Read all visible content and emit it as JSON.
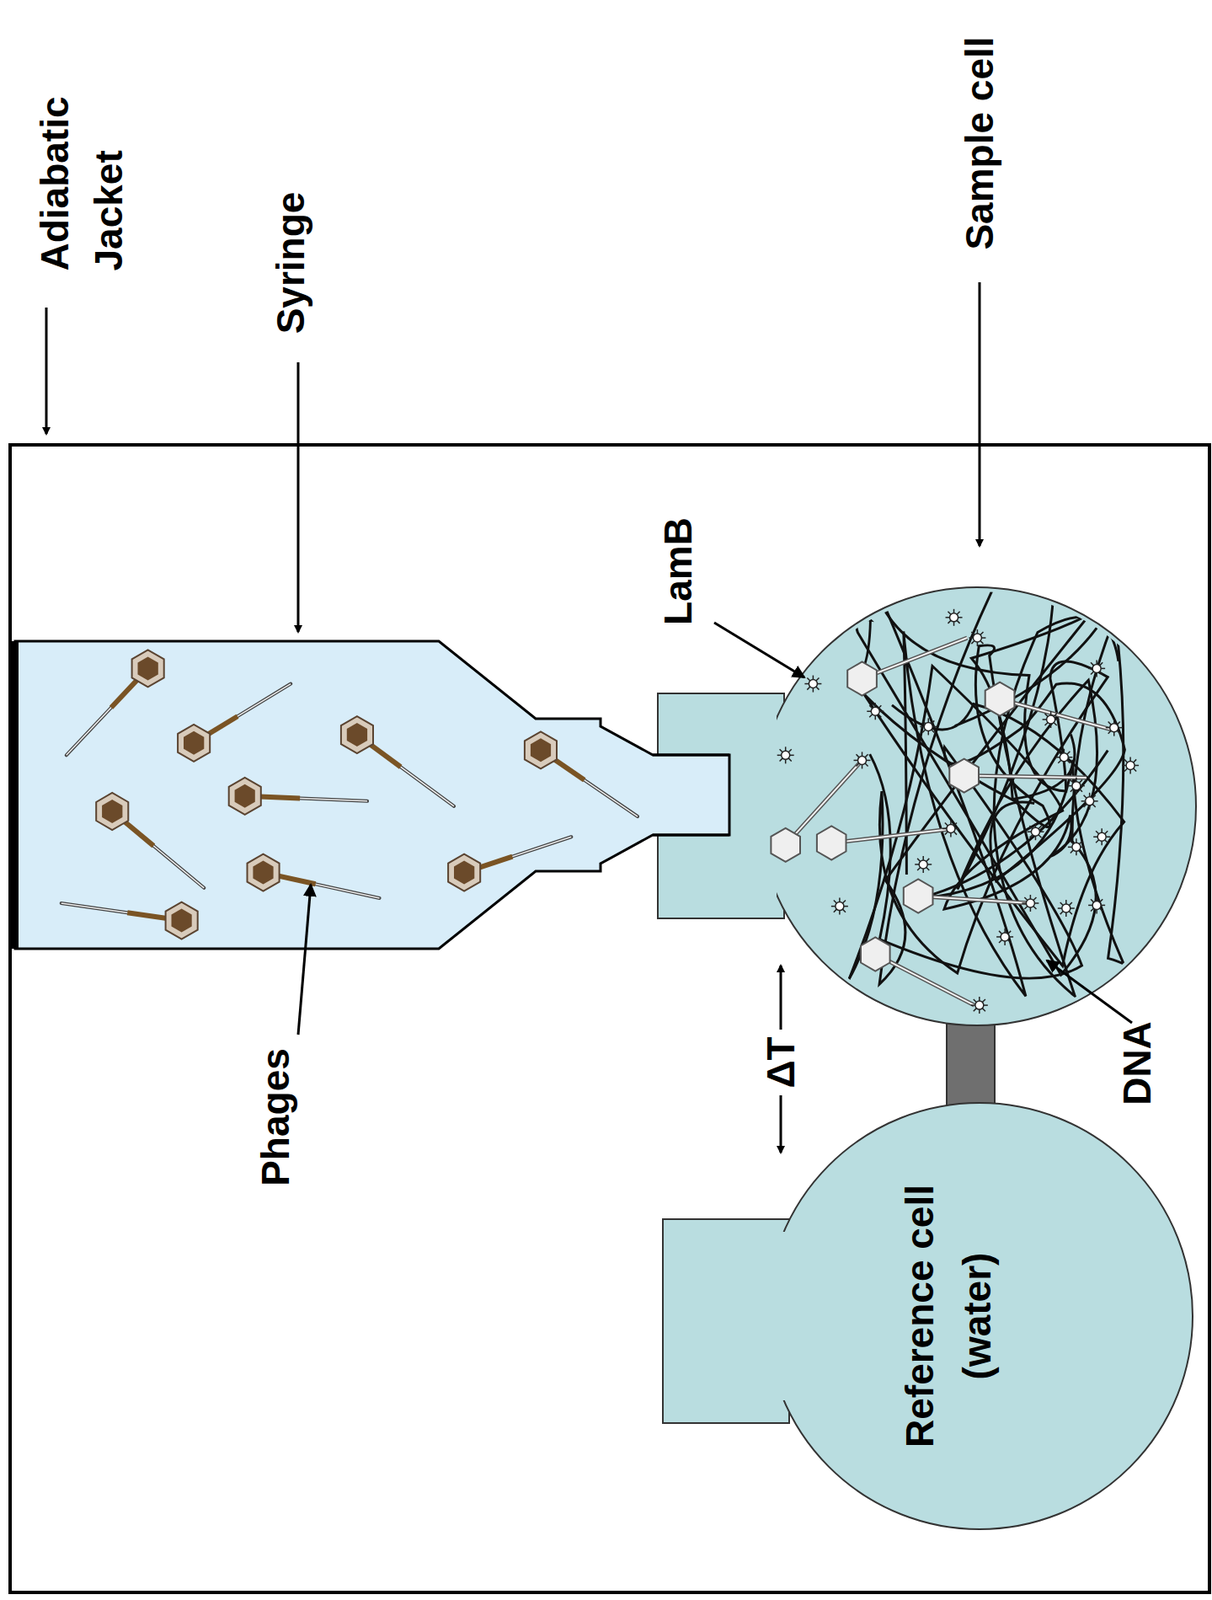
{
  "diagram": {
    "nodes": [
      {
        "text": [
          "Reference cell (water)"
        ]
      }
    ],
    "labels": [
      "Adiabatic Jacket",
      "Syringe",
      "Sample cell",
      "LamB",
      "Phages",
      "ΔT",
      "DNA"
    ]
  }
}
